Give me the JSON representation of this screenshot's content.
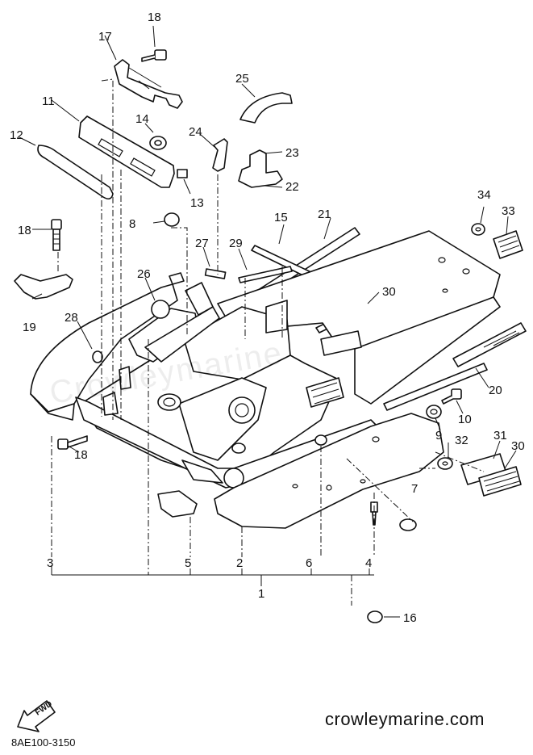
{
  "diagram": {
    "callouts": [
      "1",
      "2",
      "3",
      "4",
      "5",
      "6",
      "7",
      "8",
      "9",
      "10",
      "11",
      "12",
      "13",
      "14",
      "15",
      "16",
      "17",
      "18",
      "19",
      "20",
      "21",
      "22",
      "23",
      "24",
      "25",
      "26",
      "27",
      "28",
      "29",
      "30",
      "31",
      "32",
      "33",
      "34"
    ],
    "callout_18b": "18",
    "callout_18c": "18",
    "callout_30b": "30",
    "fwd_label": "FWD",
    "watermark": "Crowleymarine"
  },
  "footer": {
    "website": "crowleymarine.com",
    "doc_code": "8AE100-3150"
  }
}
